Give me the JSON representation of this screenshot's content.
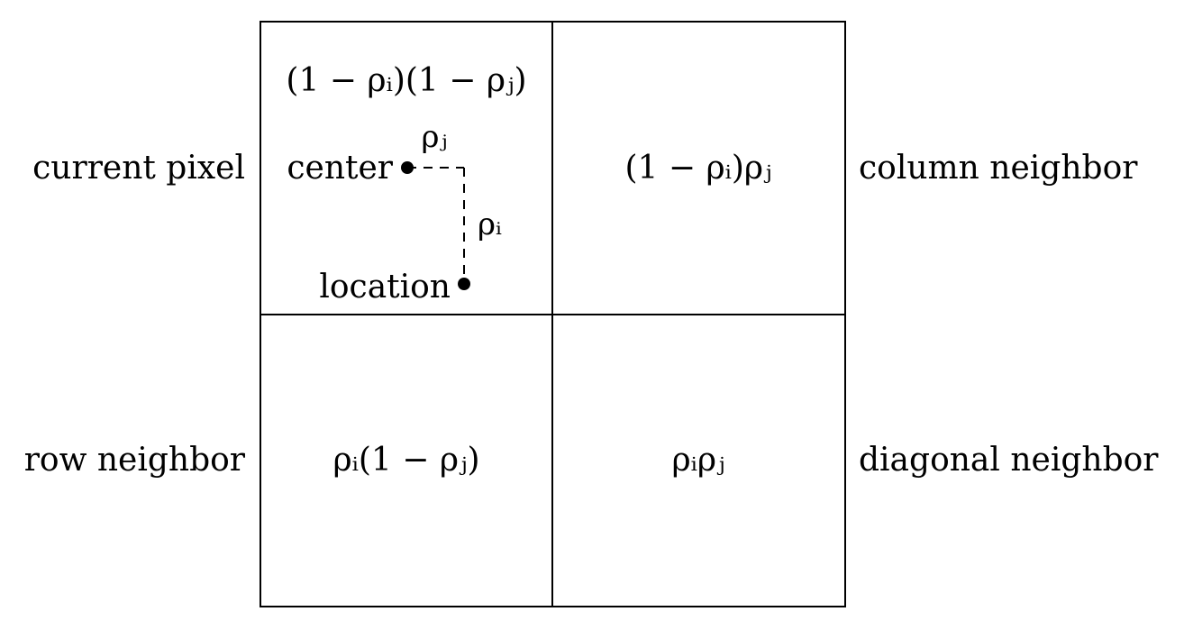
{
  "labels": {
    "current_pixel": "current pixel",
    "column_neighbor": "column neighbor",
    "row_neighbor": "row neighbor",
    "diagonal_neighbor": "diagonal neighbor",
    "center": "center",
    "location": "location"
  },
  "weights": {
    "current": "(1 − ρᵢ)(1 − ρⱼ)",
    "column": "(1 − ρᵢ)ρⱼ",
    "row": "ρᵢ(1 − ρⱼ)",
    "diagonal": "ρᵢρⱼ"
  },
  "offsets": {
    "horizontal": "ρⱼ",
    "vertical": "ρᵢ"
  },
  "colors": {
    "stroke": "#000000",
    "background": "#ffffff"
  }
}
